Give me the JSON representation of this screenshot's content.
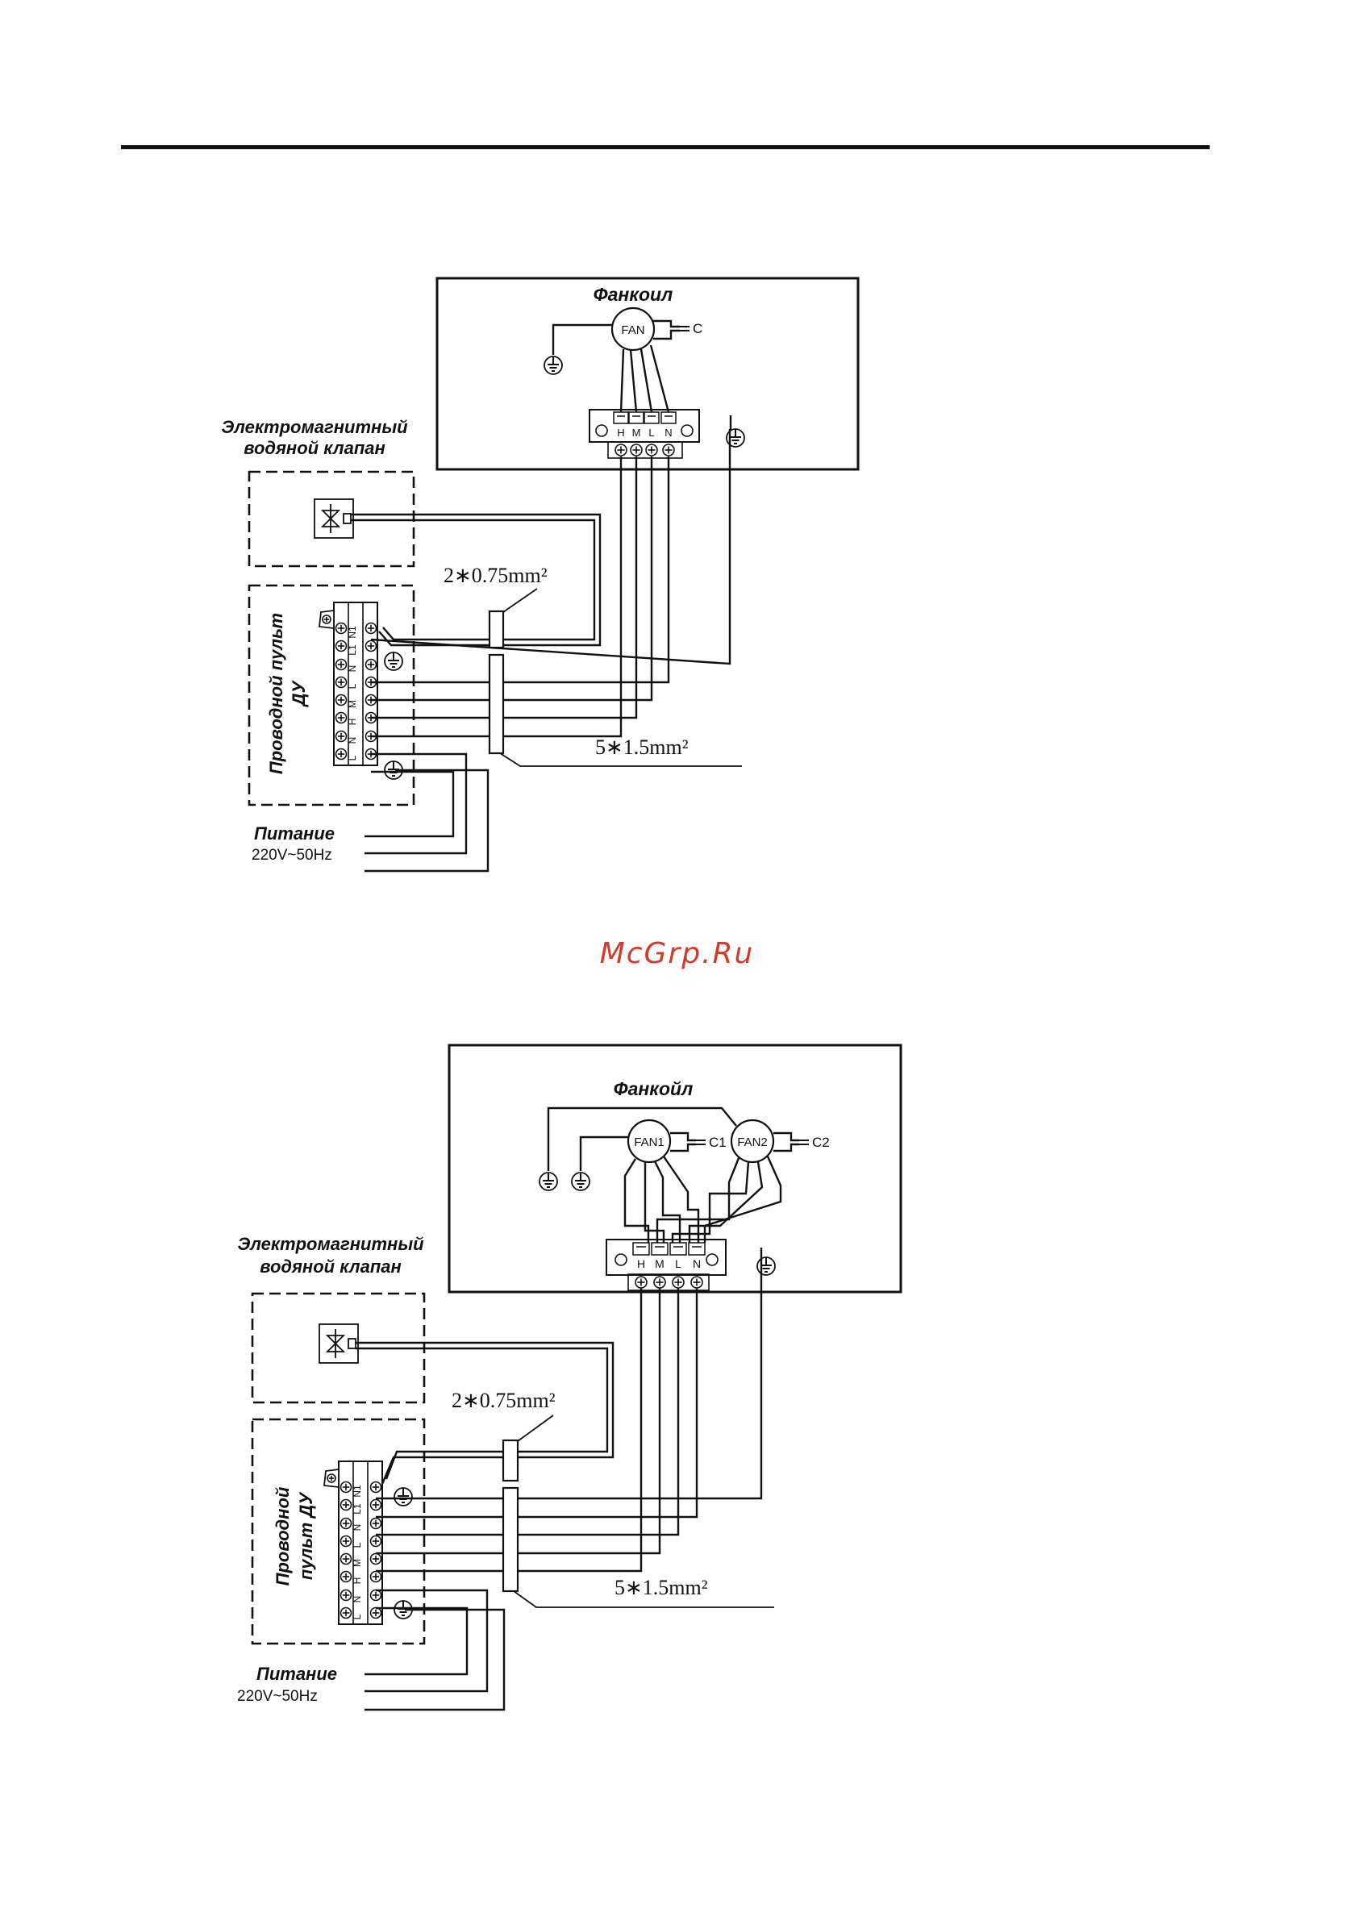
{
  "diagram1": {
    "unit_title": "Фанкоил",
    "fan_label": "FAN",
    "capacitor_label": "C",
    "terminal_labels": [
      "H",
      "M",
      "L",
      "N"
    ],
    "valve_title_line1": "Электромагнитный",
    "valve_title_line2": "водяной клапан",
    "cable_small": "2∗0.75mm²",
    "cable_large": "5∗1.5mm²",
    "controller_title_line1": "Проводной пульт",
    "controller_title_line2": "ДУ",
    "controller_terminals": [
      "L",
      "N",
      "H",
      "M",
      "L",
      "N",
      "L1",
      "N1"
    ],
    "power_label": "Питание",
    "power_spec": "220V~50Hz"
  },
  "diagram2": {
    "unit_title": "Фанкойл",
    "fan1_label": "FAN1",
    "fan2_label": "FAN2",
    "capacitor1_label": "C1",
    "capacitor2_label": "C2",
    "terminal_labels": [
      "H",
      "M",
      "L",
      "N"
    ],
    "valve_title_line1": "Электромагнитный",
    "valve_title_line2": "водяной клапан",
    "cable_small": "2∗0.75mm²",
    "cable_large": "5∗1.5mm²",
    "controller_title_line1": "Проводной",
    "controller_title_line2": "пульт ДУ",
    "controller_terminals": [
      "L",
      "N",
      "H",
      "M",
      "L",
      "N",
      "L1",
      "N1"
    ],
    "power_label": "Питание",
    "power_spec": "220V~50Hz"
  },
  "watermark": "McGrp.Ru"
}
